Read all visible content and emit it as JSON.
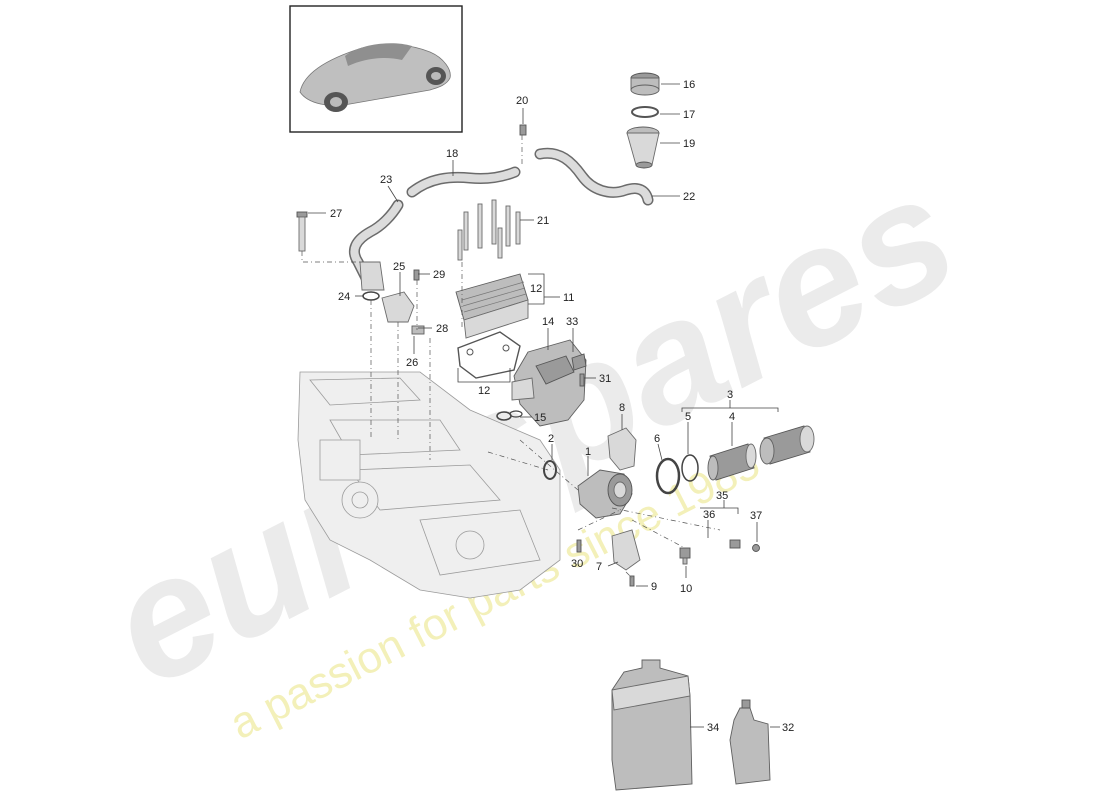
{
  "diagram": {
    "watermark": {
      "brand": "eurospares",
      "tagline": "a passion for parts since 1985"
    },
    "callouts": [
      "1",
      "2",
      "3",
      "4",
      "5",
      "6",
      "7",
      "8",
      "9",
      "10",
      "11",
      "12",
      "12",
      "14",
      "15",
      "16",
      "17",
      "18",
      "19",
      "20",
      "21",
      "22",
      "23",
      "24",
      "25",
      "26",
      "27",
      "28",
      "29",
      "30",
      "31",
      "32",
      "33",
      "34",
      "35",
      "36",
      "37"
    ],
    "colors": {
      "line": "#444444",
      "part_fill": "#d9d9d9",
      "engine_fill": "#efefef",
      "watermark_logo": "#ebebeb",
      "watermark_tagline": "#f3f0b9"
    }
  }
}
